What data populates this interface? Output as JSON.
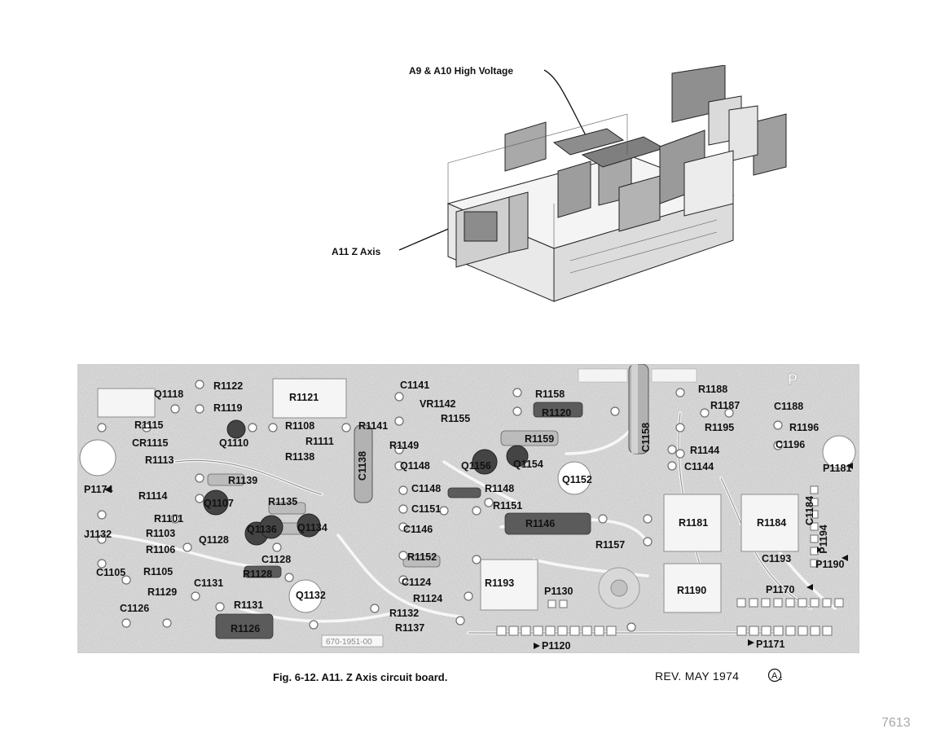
{
  "callouts": {
    "high_voltage": "A9 & A10 High Voltage",
    "z_axis": "A11 Z Axis"
  },
  "board_labels": [
    "R1122",
    "R1119",
    "Q1118",
    "R1121",
    "C1141",
    "VR1142",
    "R1155",
    "R1158",
    "R1120",
    "C1158",
    "R1188",
    "R1187",
    "C1188",
    "R1115",
    "CR1115",
    "R1113",
    "Q1110",
    "R1108",
    "R1111",
    "R1138",
    "R1141",
    "R1149",
    "C1138",
    "R1159",
    "R1195",
    "R1196",
    "C1196",
    "R1144",
    "C1144",
    "P1181",
    "P1174",
    "R1114",
    "R1139",
    "Q1107",
    "R1135",
    "Q1148",
    "Q1156",
    "Q1154",
    "Q1152",
    "C1148",
    "R1148",
    "R1151",
    "C1151",
    "R1146",
    "R1181",
    "R1184",
    "C1184",
    "P1194",
    "R1101",
    "J1132",
    "R1103",
    "Q1128",
    "Q1136",
    "Q1134",
    "R1106",
    "C1146",
    "R1157",
    "C1128",
    "C1105",
    "R1105",
    "R1128",
    "R1152",
    "C1193",
    "P1190",
    "R1129",
    "C1131",
    "Q1132",
    "C1124",
    "R1193",
    "P1130",
    "R1190",
    "P1170",
    "C1126",
    "R1124",
    "R1131",
    "R1132",
    "R1126",
    "R1137",
    "P1120",
    "P1171"
  ],
  "caption": "Fig. 6-12.  A11. Z Axis circuit board.",
  "revision": "REV. MAY 1974",
  "revision_mark": "A",
  "page_number": "7613"
}
